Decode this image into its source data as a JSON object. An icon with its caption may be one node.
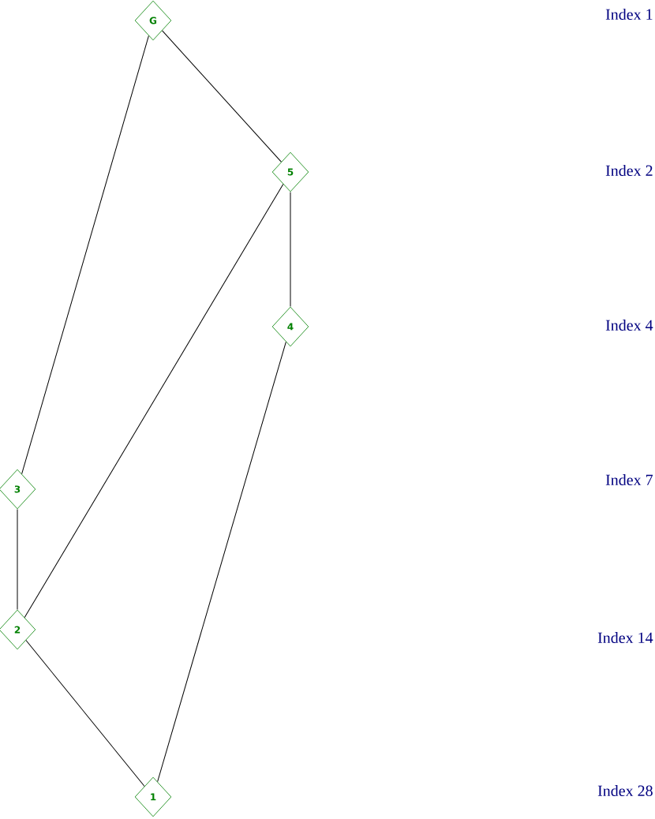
{
  "diagram": {
    "nodes": [
      {
        "text": [
          "G"
        ]
      },
      {
        "text": [
          "5"
        ]
      },
      {
        "text": [
          "4"
        ]
      },
      {
        "text": [
          "3"
        ]
      },
      {
        "text": [
          "2"
        ]
      },
      {
        "text": [
          "1"
        ]
      }
    ],
    "edges": [
      {
        "from": 0,
        "to": 1,
        "arrow": "none"
      },
      {
        "from": 0,
        "to": 3,
        "arrow": "none"
      },
      {
        "from": 1,
        "to": 2,
        "arrow": "none"
      },
      {
        "from": 1,
        "to": 4,
        "arrow": "none"
      },
      {
        "from": 2,
        "to": 5,
        "arrow": "none"
      },
      {
        "from": 3,
        "to": 4,
        "arrow": "none"
      },
      {
        "from": 4,
        "to": 5,
        "arrow": "none"
      }
    ],
    "labels": [
      "Index 1",
      "Index 2",
      "Index 4",
      "Index 7",
      "Index 14",
      "Index 28"
    ]
  }
}
